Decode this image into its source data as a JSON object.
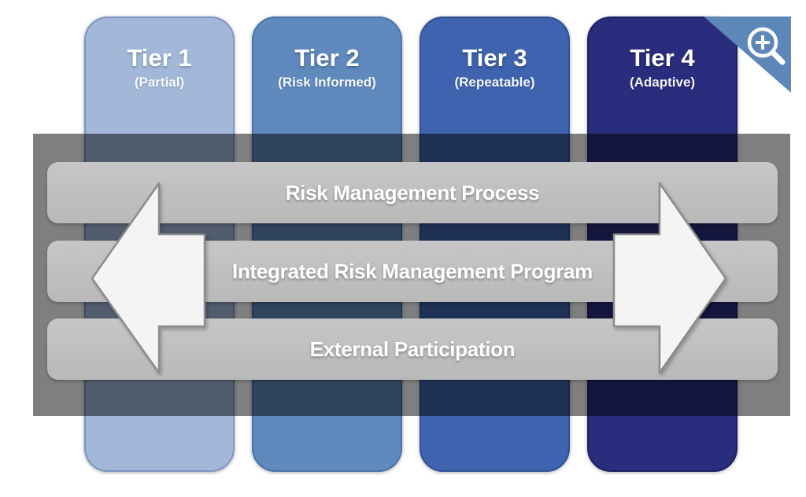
{
  "diagram": {
    "title_implicit": "Framework Implementation Tiers",
    "background_color": "#ffffff",
    "band_overlay_color": "rgba(0,0,0,0.5)",
    "bar_color": "#bfbfbf",
    "arrow_fill": "#f4f4f4",
    "arrow_stroke": "#8c8c8c"
  },
  "tiers": [
    {
      "name": "Tier 1",
      "subtitle": "(Partial)",
      "color": "#a3b8d8"
    },
    {
      "name": "Tier 2",
      "subtitle": "(Risk Informed)",
      "color": "#6089bd"
    },
    {
      "name": "Tier 3",
      "subtitle": "(Repeatable)",
      "color": "#3f63ae"
    },
    {
      "name": "Tier 4",
      "subtitle": "(Adaptive)",
      "color": "#2a2c7d"
    }
  ],
  "bands": [
    "Risk Management Process",
    "Integrated Risk Management Program",
    "External Participation"
  ],
  "badge": {
    "icon": "zoom-in-icon",
    "color": "#5d87b8"
  }
}
